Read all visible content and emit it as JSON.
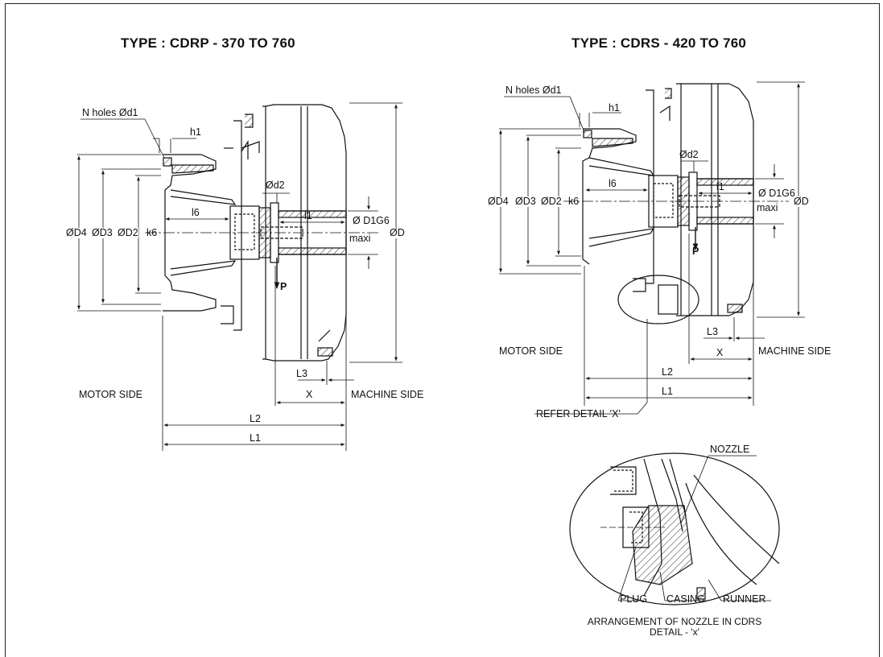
{
  "left_drawing": {
    "title": "TYPE : CDRP - 370 TO 760",
    "labels": {
      "n_holes": "N holes Ød1",
      "h1": "h1",
      "d2": "Ød2",
      "l6": "l6",
      "l1": "l1",
      "d1": "Ø D1G6",
      "maxi": "maxi",
      "d": "ØD",
      "d4": "ØD4",
      "d3": "ØD3",
      "d2_big": "ØD2",
      "k6": "k6",
      "p": "P",
      "l3": "L3",
      "x": "X",
      "motor_side": "MOTOR SIDE",
      "machine_side": "MACHINE SIDE",
      "l2": "L2",
      "l1_total": "L1"
    }
  },
  "right_drawing": {
    "title": "TYPE : CDRS - 420 TO 760",
    "labels": {
      "n_holes": "N holes Ød1",
      "h1": "h1",
      "d2": "Ød2",
      "l6": "l6",
      "l1": "l1",
      "d1": "Ø D1G6",
      "maxi": "maxi",
      "d": "ØD",
      "d4": "ØD4",
      "d3": "ØD3",
      "d2_big": "ØD2",
      "k6": "k6",
      "p": "P",
      "l3": "L3",
      "x": "X",
      "motor_side": "MOTOR SIDE",
      "machine_side": "MACHINE SIDE",
      "l2": "L2",
      "l1_total": "L1",
      "refer": "REFER DETAIL 'X'"
    }
  },
  "detail": {
    "nozzle": "NOZZLE",
    "plug": "PLUG",
    "casing": "CASING",
    "runner": "RUNNER",
    "caption_line1": "ARRANGEMENT OF NOZZLE IN CDRS",
    "caption_line2": "DETAIL - 'x'"
  }
}
